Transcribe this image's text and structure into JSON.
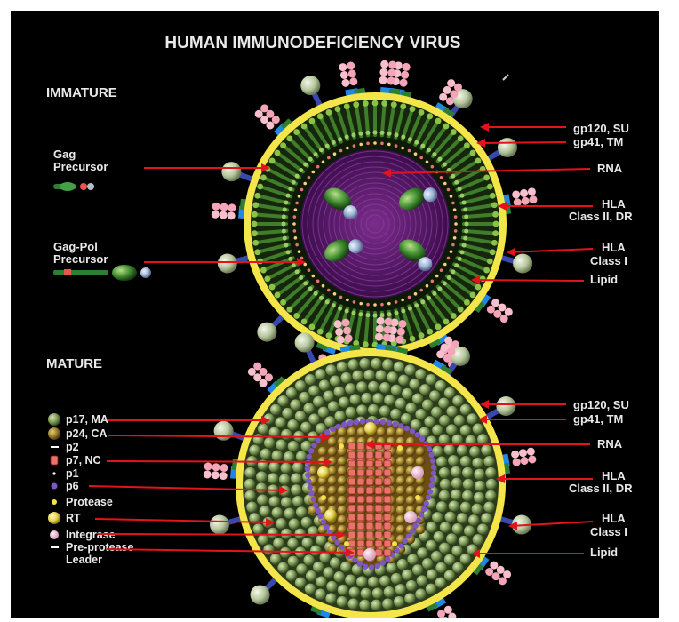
{
  "title": "HUMAN IMMUNODEFICIENCY VIRUS",
  "immature": {
    "heading": "IMMATURE",
    "left_labels": {
      "gag_l1": "Gag",
      "gag_l2": "Precursor",
      "gagpol_l1": "Gag-Pol",
      "gagpol_l2": "Precursor"
    },
    "right_labels": {
      "gp120": "gp120, SU",
      "gp41": "gp41, TM",
      "rna": "RNA",
      "hla2_l1": "HLA",
      "hla2_l2": "Class II, DR",
      "hla1_l1": "HLA",
      "hla1_l2": "Class I",
      "lipid": "Lipid"
    }
  },
  "mature": {
    "heading": "MATURE",
    "legend": [
      {
        "label": "p17, MA",
        "icon": "green-sphere-icon"
      },
      {
        "label": "p24, CA",
        "icon": "olive-sphere-icon"
      },
      {
        "label": "p2",
        "icon": "dash-icon"
      },
      {
        "label": "p7, NC",
        "icon": "red-bead-icon"
      },
      {
        "label": "p1",
        "icon": "dot-icon"
      },
      {
        "label": "p6",
        "icon": "purple-dot-icon"
      },
      {
        "label": "Protease",
        "icon": "yellow-dot-icon"
      },
      {
        "label": "RT",
        "icon": "yellow-sphere-icon"
      },
      {
        "label": "Integrase",
        "icon": "pink-sphere-icon"
      },
      {
        "label": "Pre-protease",
        "icon": "dash-icon"
      },
      {
        "label": "Leader",
        "icon": ""
      }
    ],
    "right_labels": {
      "gp120": "gp120, SU",
      "gp41": "gp41, TM",
      "rna": "RNA",
      "hla2_l1": "HLA",
      "hla2_l2": "Class II, DR",
      "hla1_l1": "HLA",
      "hla1_l2": "Class I",
      "lipid": "Lipid"
    }
  },
  "colors": {
    "background": "#000000",
    "membrane": "#f4e64a",
    "arrow": "#e3121b",
    "matrix": "#6f8a4a",
    "rna_core": "#5b1d6b",
    "capsid": "#8a6a1c",
    "text": "#e9e9e9"
  }
}
